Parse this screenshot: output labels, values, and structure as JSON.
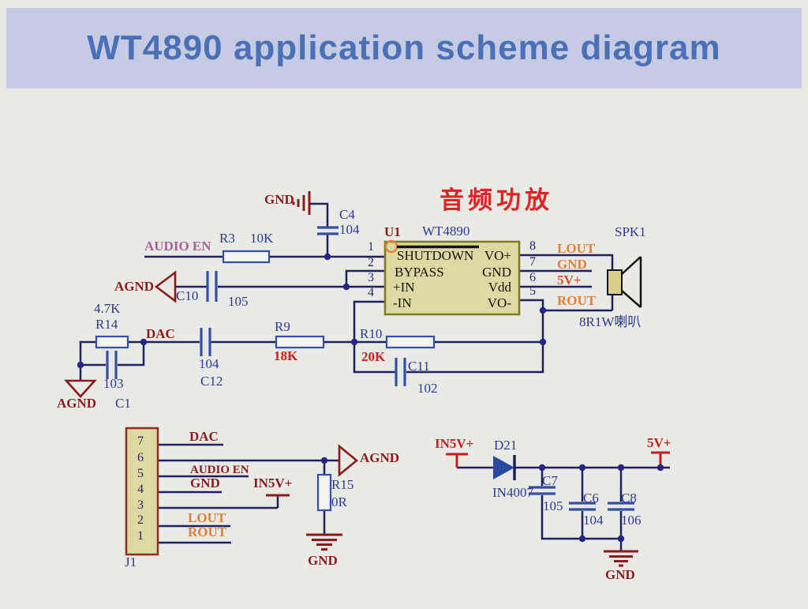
{
  "header": {
    "title": "WT4890 application scheme diagram"
  },
  "amp": {
    "cn_title": "音频功放",
    "u1": {
      "ref": "U1",
      "part": "WT4890",
      "pins_left": [
        {
          "n": "1",
          "name": "SHUTDOWN"
        },
        {
          "n": "2",
          "name": "BYPASS"
        },
        {
          "n": "3",
          "name": "+IN"
        },
        {
          "n": "4",
          "name": "-IN"
        }
      ],
      "pins_right": [
        {
          "n": "8",
          "name": "VO+"
        },
        {
          "n": "7",
          "name": "GND"
        },
        {
          "n": "6",
          "name": "Vdd"
        },
        {
          "n": "5",
          "name": "VO-"
        }
      ]
    },
    "speaker": {
      "ref": "SPK1",
      "desc": "8R1W喇叭"
    }
  },
  "nets": {
    "audio_en": "AUDIO EN",
    "dac": "DAC",
    "agnd": "AGND",
    "gnd": "GND",
    "lout": "LOUT",
    "rout": "ROUT",
    "v5": "5V+",
    "in5v": "IN5V+"
  },
  "components": {
    "r3": {
      "ref": "R3",
      "val": "10K"
    },
    "c4": {
      "ref": "C4",
      "val": "104"
    },
    "c10": {
      "ref": "C10",
      "val": "105"
    },
    "r14": {
      "ref": "R14",
      "val": "4.7K"
    },
    "c1": {
      "ref": "C1",
      "val": "103"
    },
    "c12": {
      "ref": "C12",
      "val": "104"
    },
    "r9": {
      "ref": "R9",
      "val": "18K"
    },
    "r10": {
      "ref": "R10",
      "val": "20K"
    },
    "c11": {
      "ref": "C11",
      "val": "102"
    },
    "r15": {
      "ref": "R15",
      "val": "0R"
    },
    "d21": {
      "ref": "D21",
      "val": "IN4007"
    },
    "c7": {
      "ref": "C7",
      "val": "105"
    },
    "c6": {
      "ref": "C6",
      "val": "104"
    },
    "c8": {
      "ref": "C8",
      "val": "106"
    }
  },
  "j1": {
    "ref": "J1",
    "pin_numbers": [
      "7",
      "6",
      "5",
      "4",
      "3",
      "2",
      "1"
    ]
  },
  "colors": {
    "banner": "#c5cbe3",
    "title": "#4a70b8",
    "wire": "#20205c",
    "blue_label": "#2a3a90",
    "dark_red": "#8b1a1a",
    "orange": "#e0813a",
    "red": "#cc2020",
    "purple": "#a85f9a",
    "ic_fill": "#ded9a2",
    "ic_border": "#7b7b22",
    "comp_blue": "#3350a8",
    "j1_border": "#8b3020",
    "pwr_red": "#c42020",
    "v5_ic": "#d85428"
  }
}
